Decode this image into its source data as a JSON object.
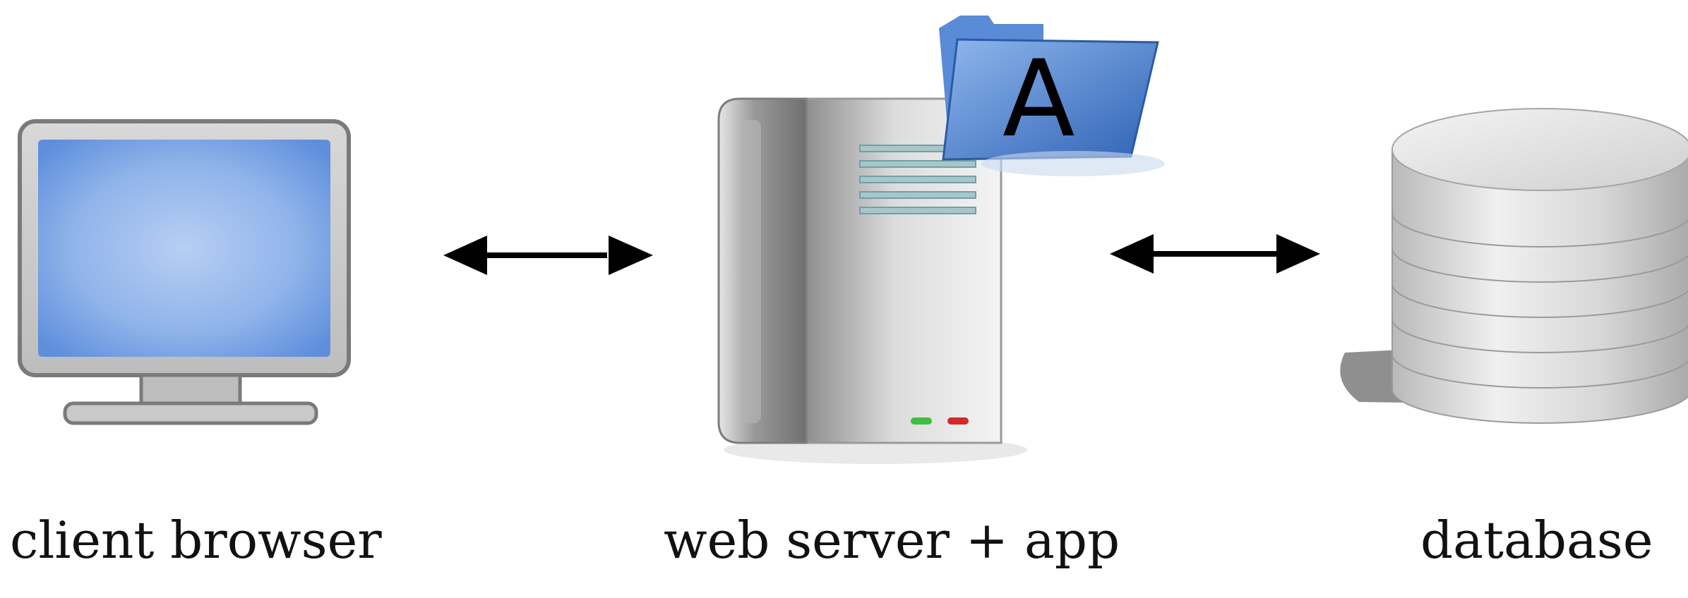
{
  "nodes": [
    {
      "id": "client",
      "label": "client browser",
      "icon": "monitor-icon"
    },
    {
      "id": "server",
      "label": "web server + app",
      "icon": "server-icon",
      "badge_letter": "A"
    },
    {
      "id": "database",
      "label": "database",
      "icon": "database-icon"
    }
  ],
  "edges": [
    {
      "from": "client",
      "to": "server",
      "type": "bidirectional-arrow"
    },
    {
      "from": "server",
      "to": "database",
      "type": "bidirectional-arrow"
    }
  ],
  "colors": {
    "arrow": "#000000",
    "screen": "#7fa7e6",
    "folder": "#3f76c8",
    "led_green": "#3fbf3f",
    "led_red": "#d02a2a"
  }
}
